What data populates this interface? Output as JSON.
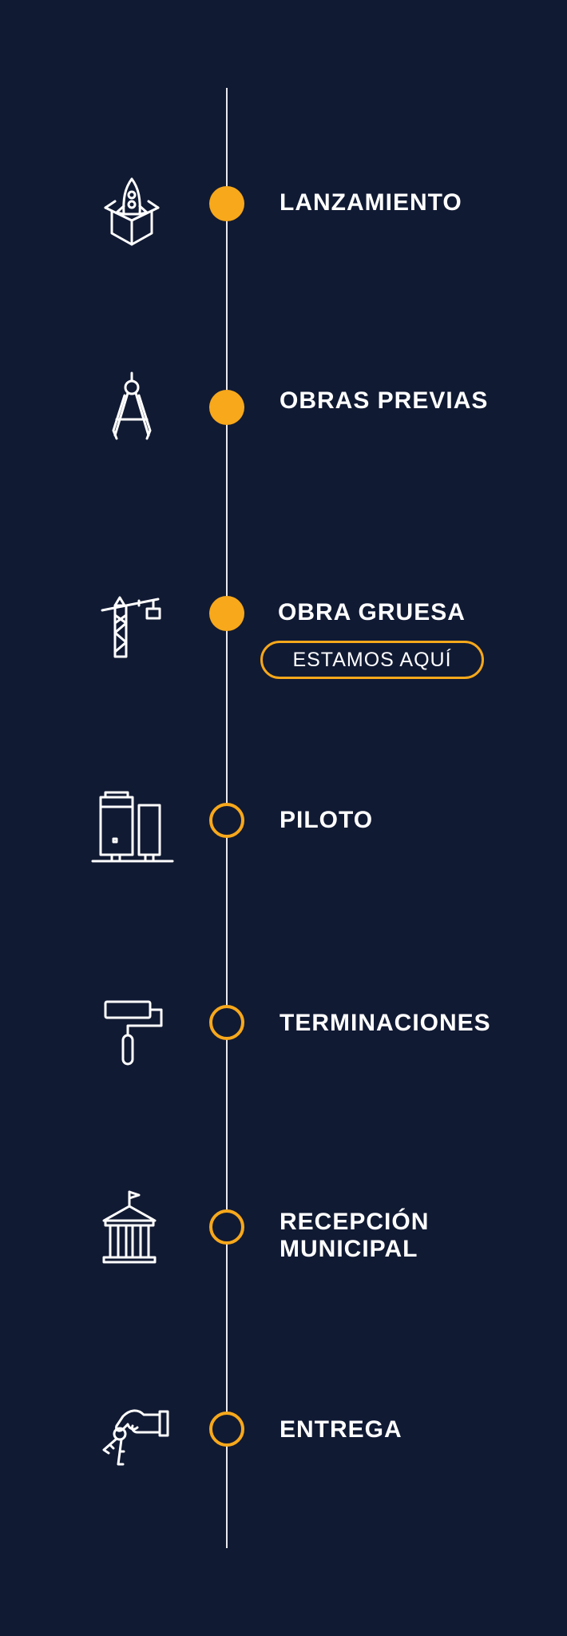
{
  "colors": {
    "background": "#111a33",
    "accent": "#f7a81b",
    "line": "#e8e8ee",
    "text": "#ffffff"
  },
  "stages": [
    {
      "label": "LANZAMIENTO",
      "icon": "rocket-box-icon",
      "status": "done"
    },
    {
      "label": "OBRAS PREVIAS",
      "icon": "compass-icon",
      "status": "done"
    },
    {
      "label": "OBRA GRUESA",
      "icon": "crane-icon",
      "status": "current",
      "badge": "ESTAMOS AQUÍ"
    },
    {
      "label": "PILOTO",
      "icon": "building-model-icon",
      "status": "pending"
    },
    {
      "label": "TERMINACIONES",
      "icon": "paint-roller-icon",
      "status": "pending"
    },
    {
      "label": "RECEPCIÓN MUNICIPAL",
      "icon": "municipal-building-icon",
      "status": "pending"
    },
    {
      "label": "ENTREGA",
      "icon": "hand-keys-icon",
      "status": "pending"
    }
  ]
}
